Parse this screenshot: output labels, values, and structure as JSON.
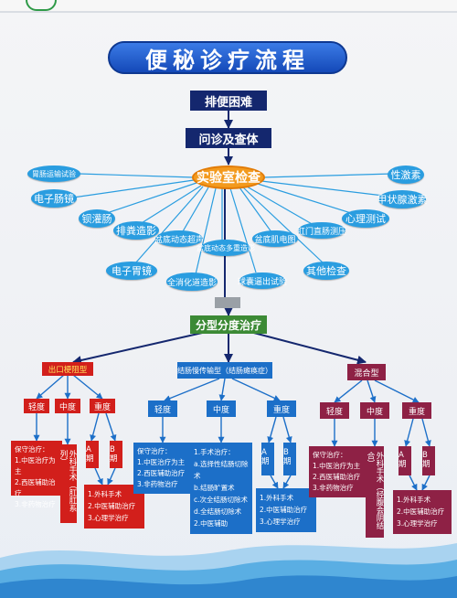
{
  "title": "便秘诊疗流程",
  "steps": {
    "step1": "排便困难",
    "step2": "问诊及查体",
    "center": "实验室检查",
    "classify": "分型分度治疗"
  },
  "exams": [
    "胃肠运输试验",
    "电子肠镜",
    "钡灌肠",
    "排粪造影",
    "盆底动态超声",
    "电子胃镜",
    "全消化道造影",
    "盆底动态多重造影",
    "球囊逼出试验",
    "盆底肌电图",
    "肛门直肠测压",
    "其他检查",
    "性激素",
    "甲状腺激素",
    "心理测试"
  ],
  "types": {
    "outlet": "出口梗阻型",
    "slow": "结肠慢传输型（结肠瘫痪症）",
    "mixed": "混合型"
  },
  "degrees": {
    "mild": "轻度",
    "moderate": "中度",
    "severe": "重度"
  },
  "ab": {
    "a": "A\n期",
    "b": "B\n期"
  },
  "outlet_boxes": {
    "mild": "保守治疗：\n1.中医治疗为主\n2.西医辅助治疗\n3.非药物治疗",
    "moderate": "外科手术（肛肛系列）",
    "severe": "1.外科手术\n2.中医辅助治疗\n3.心理学治疗"
  },
  "slow_boxes": {
    "mild": "保守治疗：\n1.中医治疗为主\n2.西医辅助治疗\n3.非药物治疗",
    "moderate": "1.手术治疗：\na.选择性结肠切除术\nb.结肠旷置术\nc.次全结肠切除术\nd.全结肠切除术\n2.中医辅助",
    "severe": "1.外科手术\n2.中医辅助治疗\n3.心理学治疗"
  },
  "mixed_boxes": {
    "mild": "保守治疗：\n1.中医治疗为主\n2.西医辅助治疗\n3.非药物治疗",
    "moderate": "外科手术（经腹会阴结合）",
    "severe": "1.外科手术\n2.中医辅助治疗\n3.心理学治疗"
  },
  "colors": {
    "navy": "#14276e",
    "exam_blue": "#2a9de0",
    "center_orange": "#f39a1e",
    "outlet_red": "#d21f1b",
    "slow_blue": "#1c6fc8",
    "mixed_plum": "#8e2145",
    "classify_green": "#3c8a35"
  }
}
